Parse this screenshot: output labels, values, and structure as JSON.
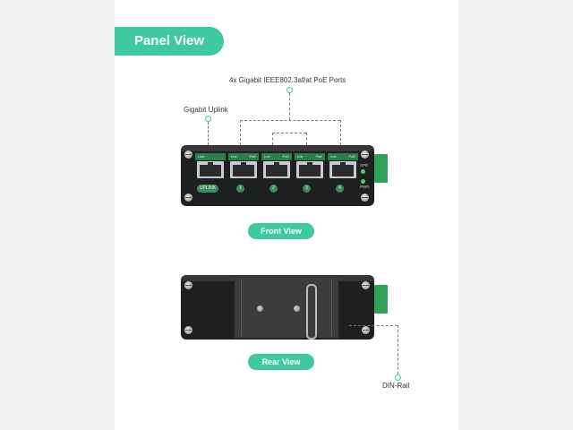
{
  "header": {
    "title": "Panel View"
  },
  "annotations": {
    "poe_ports": "4x Gigabit IEEE802.3af/at PoE Ports",
    "uplink": "Gigabit Uplink",
    "din_rail": "DIN-Rail"
  },
  "front": {
    "ports": [
      {
        "left_label": "Link",
        "right_label": ""
      },
      {
        "left_label": "Lnk",
        "right_label": "PoE"
      },
      {
        "left_label": "Lnk",
        "right_label": "PoE"
      },
      {
        "left_label": "Lnk",
        "right_label": "PoE"
      },
      {
        "left_label": "Lnk",
        "right_label": "PoE"
      }
    ],
    "uplink_badge": "UPLINK",
    "port_numbers": [
      "1",
      "2",
      "3",
      "4"
    ],
    "led_labels": {
      "spd": "SPD",
      "pwr": "PWR"
    },
    "caption": "Front View"
  },
  "rear": {
    "caption": "Rear View"
  },
  "colors": {
    "accent": "#3ec9a1",
    "device": "#1e1f20",
    "terminal": "#2fa35a",
    "port_label": "#2e7d4f"
  }
}
